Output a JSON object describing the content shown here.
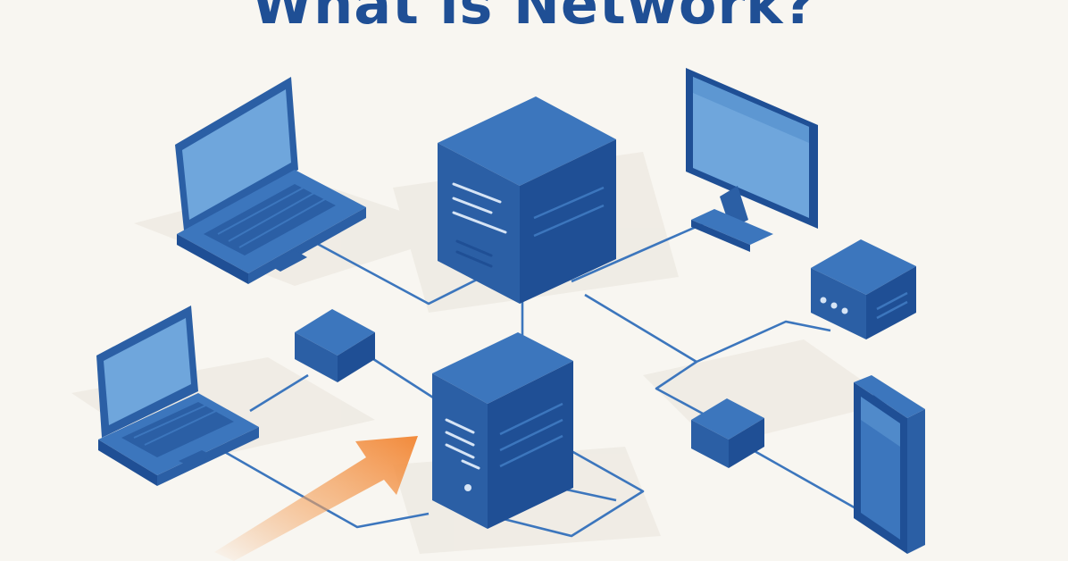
{
  "title": "What is Network?",
  "colors": {
    "background": "#f8f6f1",
    "title": "#1f4f95",
    "device_top": "#3c76bd",
    "device_side": "#2b5fa5",
    "device_dark": "#1f4f95",
    "screen": "#6fa6dc",
    "line": "#3c76bd",
    "arrow": "#f2954b"
  },
  "devices": [
    {
      "name": "laptop-top-left",
      "type": "laptop-icon"
    },
    {
      "name": "laptop-bottom-left",
      "type": "laptop-icon"
    },
    {
      "name": "server-top",
      "type": "server-icon"
    },
    {
      "name": "server-bottom",
      "type": "server-icon"
    },
    {
      "name": "monitor-top-right",
      "type": "monitor-icon"
    },
    {
      "name": "router-right",
      "type": "router-icon"
    },
    {
      "name": "smartphone-bottom-right",
      "type": "smartphone-icon"
    },
    {
      "name": "hub-left",
      "type": "hub-icon"
    },
    {
      "name": "hub-right",
      "type": "hub-icon"
    }
  ],
  "arrow": {
    "type": "arrow-icon",
    "direction": "up-right"
  }
}
